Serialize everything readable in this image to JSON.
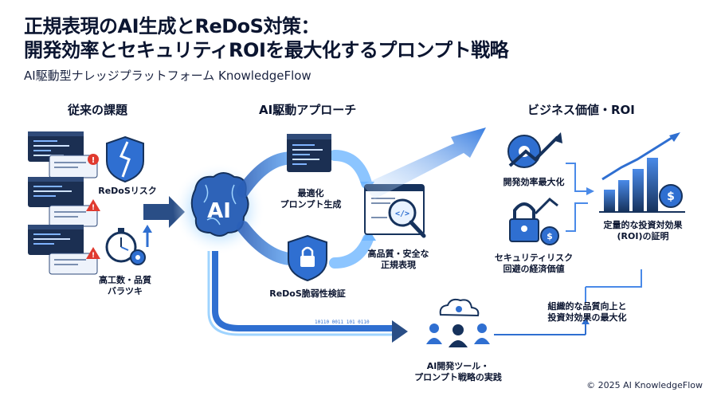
{
  "title_line1": "正規表現のAI生成とReDoS対策：",
  "title_line2": "開発効率とセキュリティROIを最大化するプロンプト戦略",
  "subtitle": "AI駆動型ナレッジプラットフォーム KnowledgeFlow",
  "sections": {
    "left": "従来の課題",
    "middle": "AI駆動アプローチ",
    "right": "ビジネス価値・ROI"
  },
  "labels": {
    "redos_risk": "ReDoSリスク",
    "workload_1": "高工数・品質",
    "workload_2": "バラツキ",
    "ai": "AI",
    "prompt_1": "最適化",
    "prompt_2": "プロンプト生成",
    "redos_check": "ReDoS脆弱性検証",
    "quality_1": "高品質・安全な",
    "quality_2": "正規表現",
    "tools_1": "AI開発ツール・",
    "tools_2": "プロンプト戦略の実践",
    "efficiency": "開発効率最大化",
    "security_1": "セキュリティリスク",
    "security_2": "回避の経済価値",
    "roi_1": "定量的な投資対効果",
    "roi_2": "(ROI)の証明",
    "org_1": "組織的な品質向上と",
    "org_2": "投資対効果の最大化"
  },
  "copyright": "© 2025 AI KnowledgeFlow",
  "colors": {
    "accent": "#2f6fd1",
    "dark": "#16325c",
    "warning": "#e03a2f",
    "glow": "#9fd4ff"
  }
}
